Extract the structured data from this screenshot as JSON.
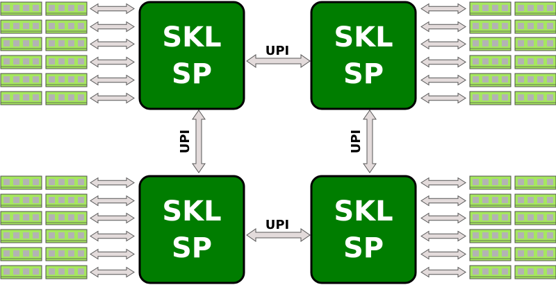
{
  "colors": {
    "cpu_fill": "#007d00",
    "cpu_stroke": "#000000",
    "cpu_text": "#ffffff",
    "dimm_body": "#a6e75f",
    "dimm_chip": "#b3b3b3",
    "dimm_stroke": "#4d4d4d",
    "arrow_fill": "#e3dbdb",
    "arrow_stroke": "#555555"
  },
  "icons": {
    "memory_module": "memory-module-icon",
    "bidirectional_arrow": "double-arrow-icon"
  },
  "processors": [
    {
      "id": "top-left",
      "line1": "SKL",
      "line2": "SP"
    },
    {
      "id": "top-right",
      "line1": "SKL",
      "line2": "SP"
    },
    {
      "id": "bottom-left",
      "line1": "SKL",
      "line2": "SP"
    },
    {
      "id": "bottom-right",
      "line1": "SKL",
      "line2": "SP"
    }
  ],
  "links": [
    {
      "id": "top",
      "label": "UPI"
    },
    {
      "id": "bottom",
      "label": "UPI"
    },
    {
      "id": "left",
      "label": "UPI"
    },
    {
      "id": "right",
      "label": "UPI"
    }
  ],
  "memory": {
    "channels_per_processor": 6,
    "modules_per_channel": 2
  }
}
